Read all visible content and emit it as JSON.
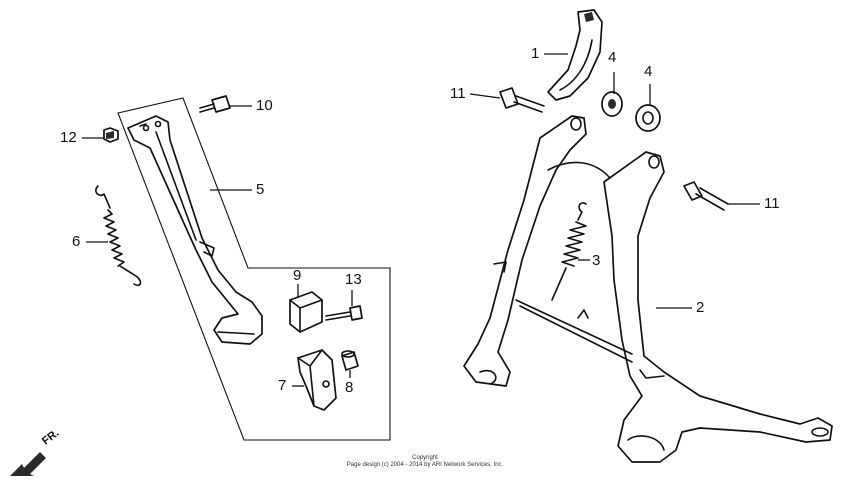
{
  "diagram": {
    "callouts": [
      {
        "id": "1",
        "label": "1"
      },
      {
        "id": "2",
        "label": "2"
      },
      {
        "id": "3",
        "label": "3"
      },
      {
        "id": "4a",
        "label": "4"
      },
      {
        "id": "4b",
        "label": "4"
      },
      {
        "id": "5",
        "label": "5"
      },
      {
        "id": "6",
        "label": "6"
      },
      {
        "id": "7",
        "label": "7"
      },
      {
        "id": "8",
        "label": "8"
      },
      {
        "id": "9",
        "label": "9"
      },
      {
        "id": "10",
        "label": "10"
      },
      {
        "id": "11a",
        "label": "11"
      },
      {
        "id": "11b",
        "label": "11"
      },
      {
        "id": "12",
        "label": "12"
      },
      {
        "id": "13",
        "label": "13"
      }
    ],
    "direction_label": "FR."
  },
  "footer": {
    "line1": "Copyright",
    "line2": "Page design (c) 2004 - 2014 by ARI Network Services, Inc."
  },
  "colors": {
    "ink": "#111111",
    "background": "#ffffff"
  }
}
